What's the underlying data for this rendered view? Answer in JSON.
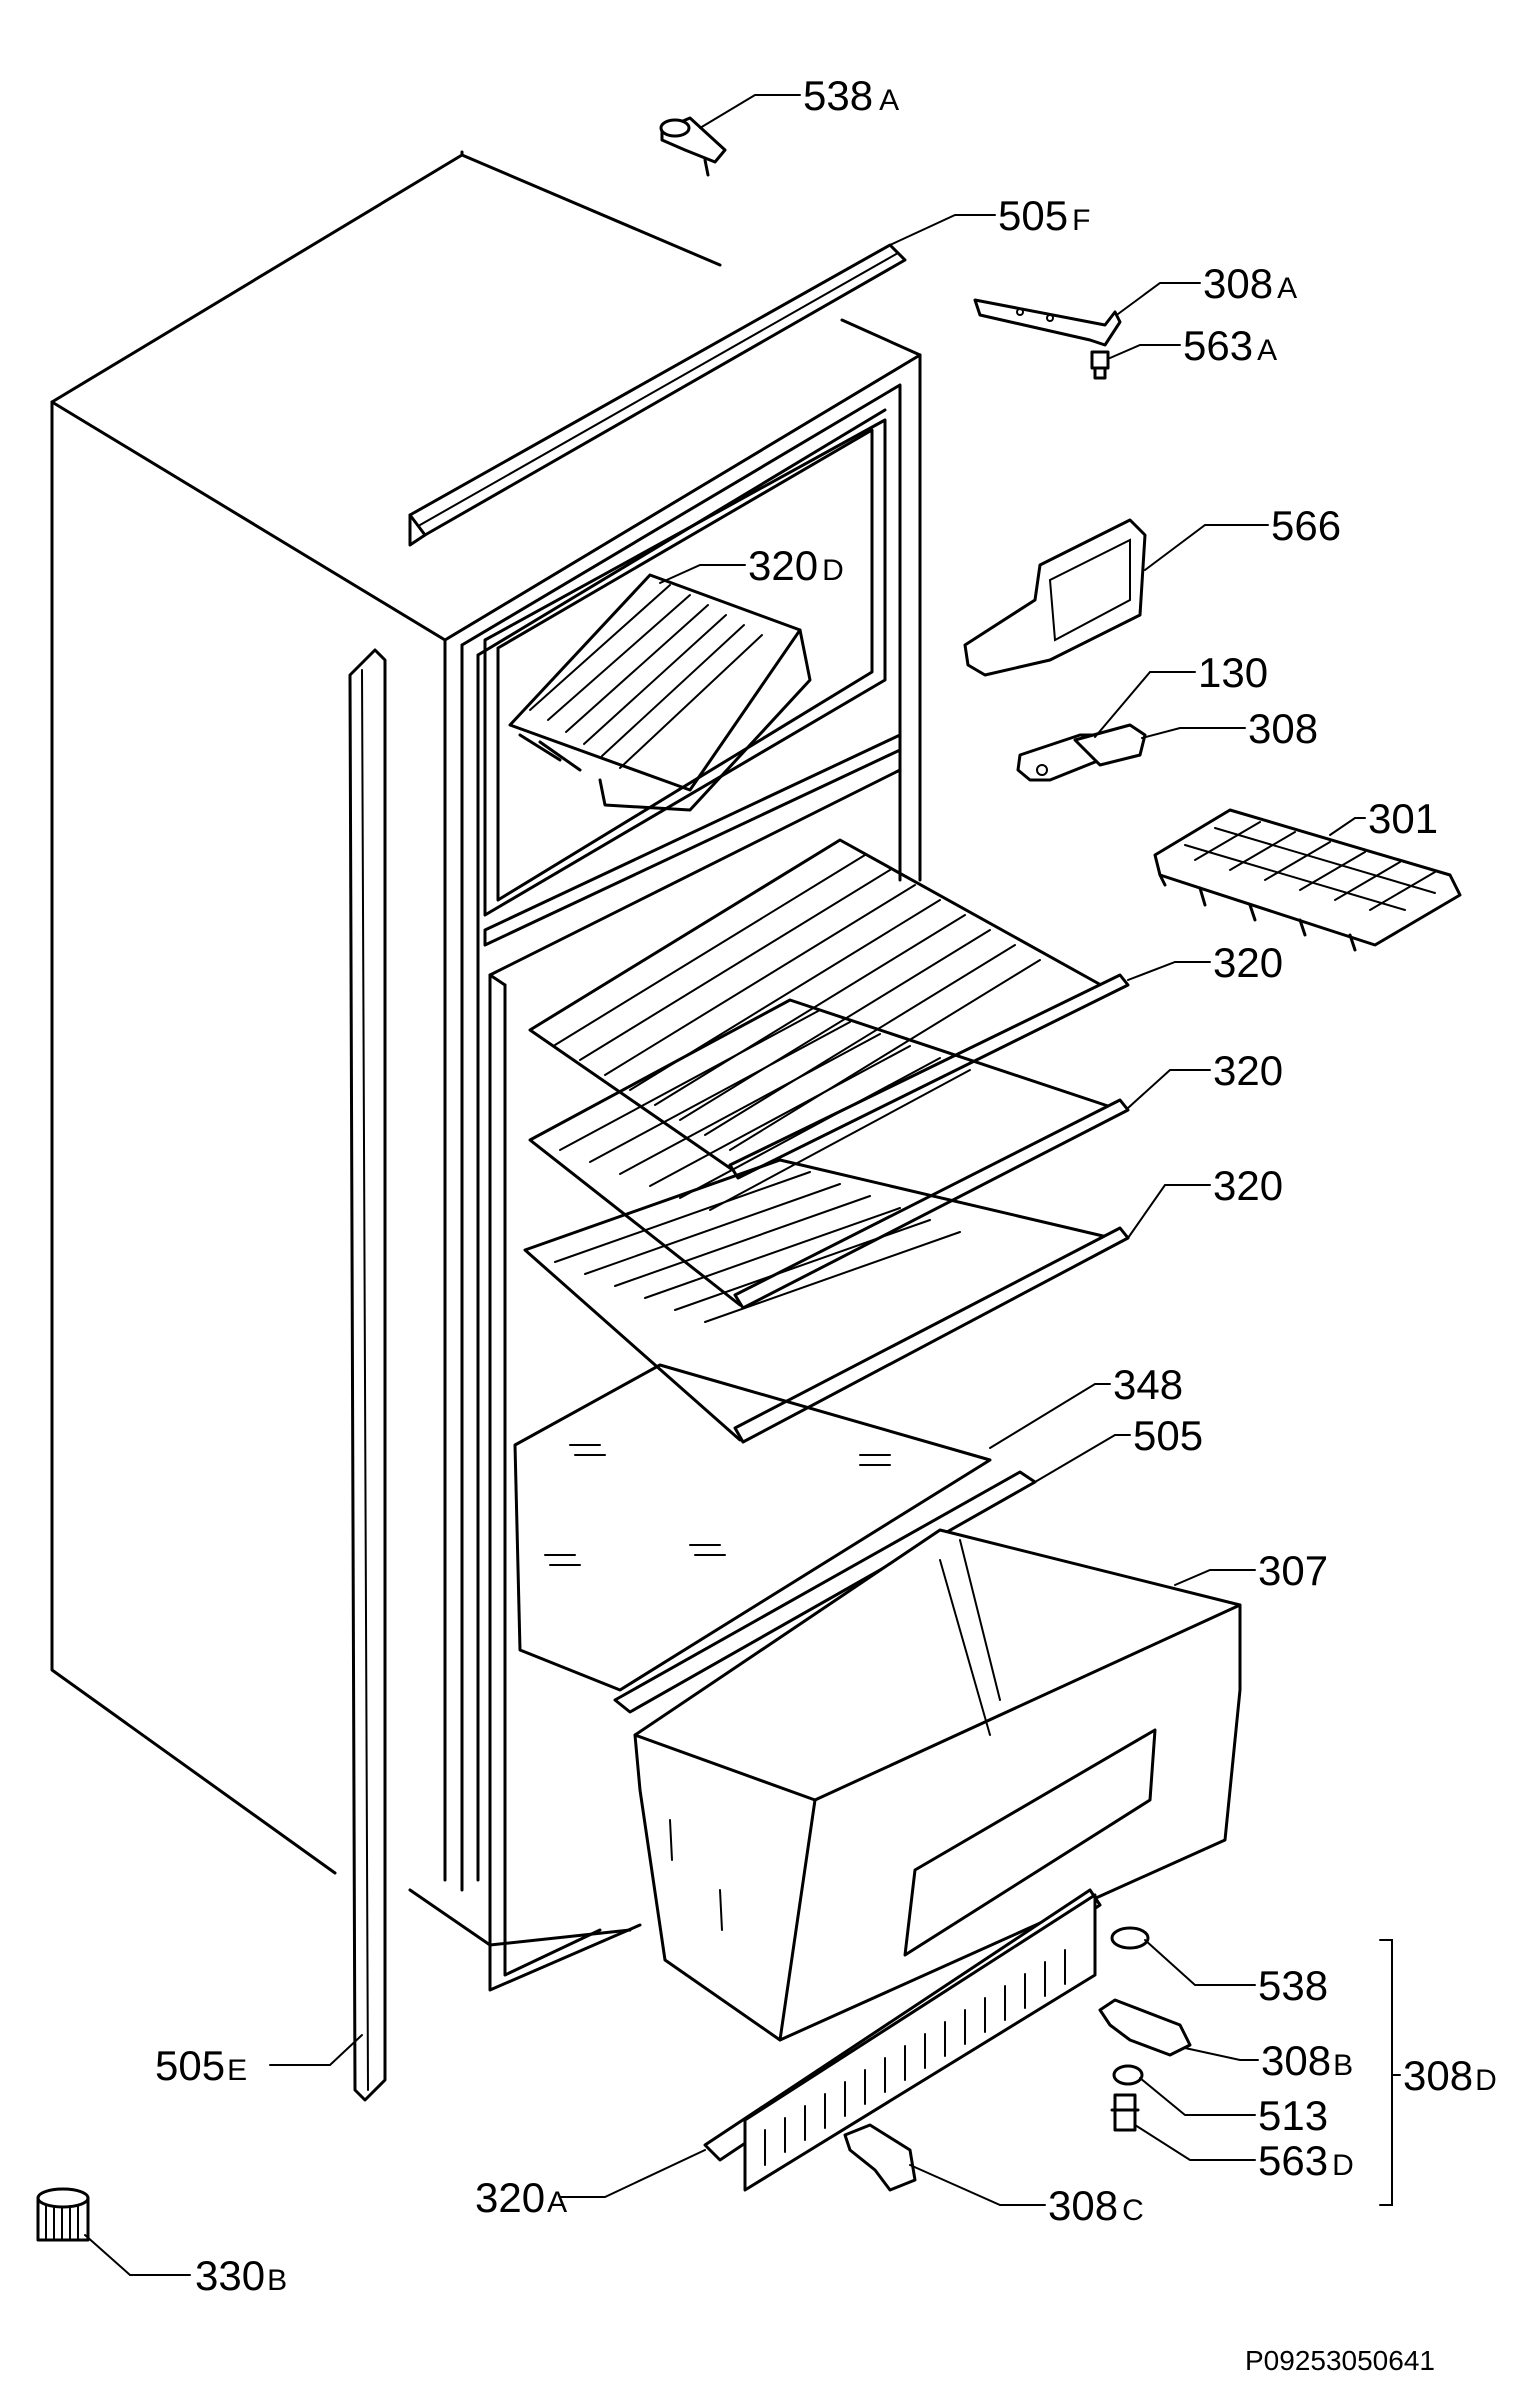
{
  "labels": {
    "l538a": {
      "num": "538",
      "suf": "A"
    },
    "l505f": {
      "num": "505",
      "suf": "F"
    },
    "l308a": {
      "num": "308",
      "suf": "A"
    },
    "l563a": {
      "num": "563",
      "suf": "A"
    },
    "l566": {
      "num": "566",
      "suf": ""
    },
    "l320d": {
      "num": "320",
      "suf": "D"
    },
    "l130": {
      "num": "130",
      "suf": ""
    },
    "l308": {
      "num": "308",
      "suf": ""
    },
    "l301": {
      "num": "301",
      "suf": ""
    },
    "l320a1": {
      "num": "320",
      "suf": ""
    },
    "l320a2": {
      "num": "320",
      "suf": ""
    },
    "l320a3": {
      "num": "320",
      "suf": ""
    },
    "l348": {
      "num": "348",
      "suf": ""
    },
    "l505": {
      "num": "505",
      "suf": ""
    },
    "l307": {
      "num": "307",
      "suf": ""
    },
    "l538": {
      "num": "538",
      "suf": ""
    },
    "l308b": {
      "num": "308",
      "suf": "B"
    },
    "l308d": {
      "num": "308",
      "suf": "D"
    },
    "l513": {
      "num": "513",
      "suf": ""
    },
    "l563d": {
      "num": "563",
      "suf": "D"
    },
    "l505e": {
      "num": "505",
      "suf": "E"
    },
    "l320a": {
      "num": "320",
      "suf": "A"
    },
    "l308c": {
      "num": "308",
      "suf": "C"
    },
    "l330b": {
      "num": "330",
      "suf": "B"
    }
  },
  "drawing_code": "P09253050641"
}
